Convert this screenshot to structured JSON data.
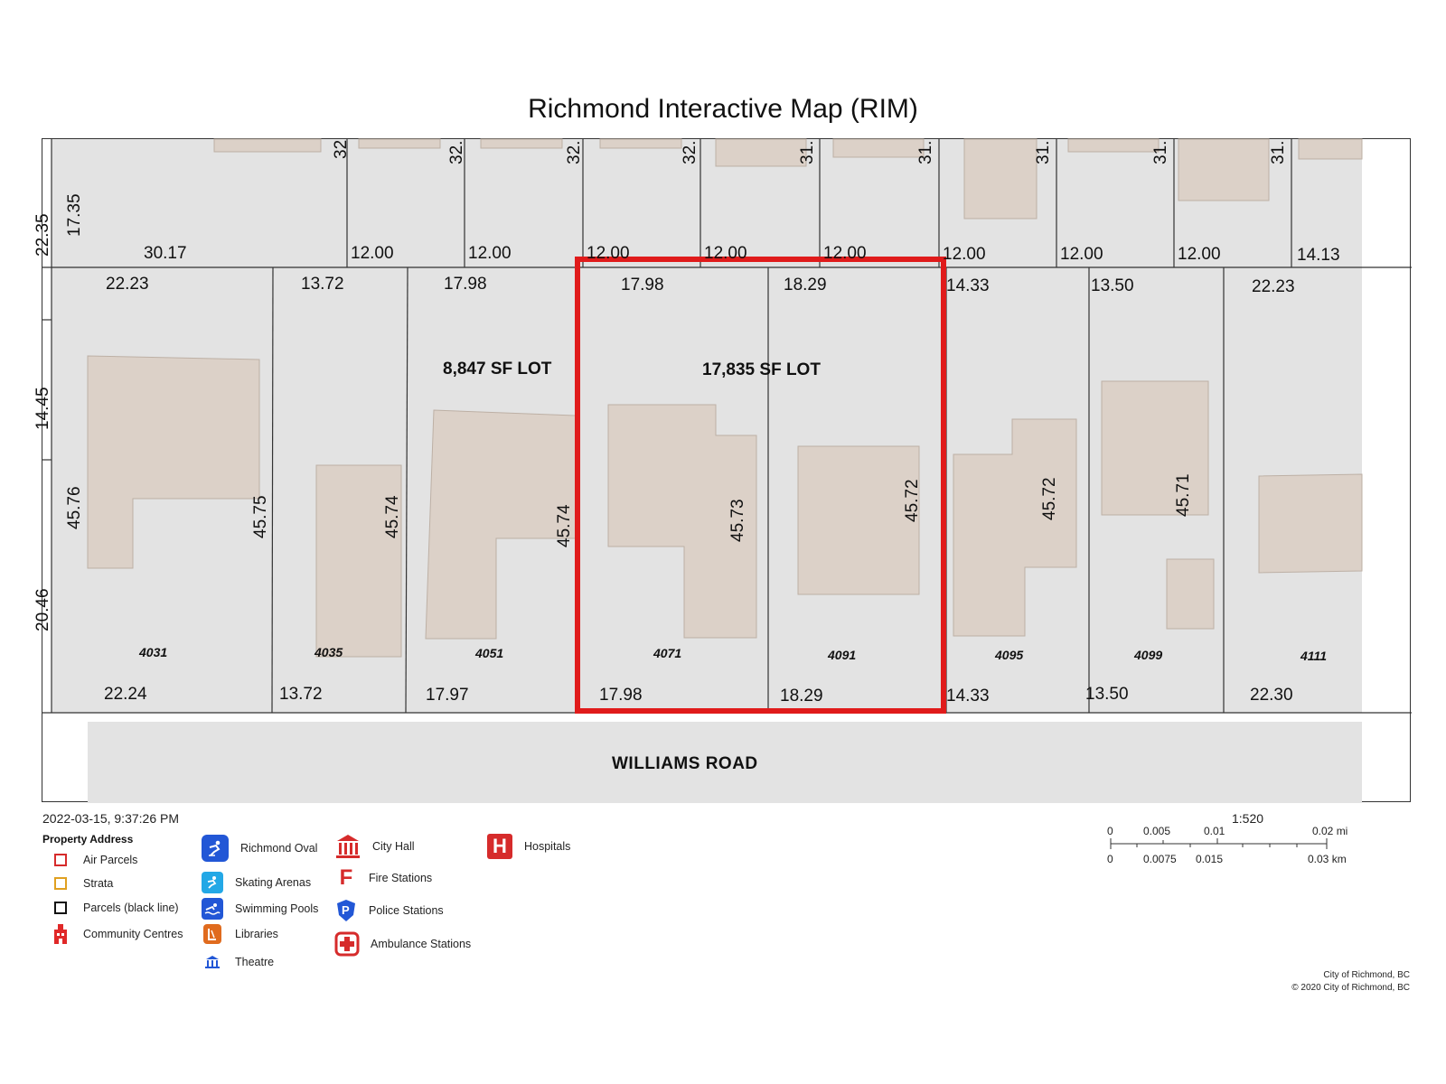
{
  "title": "Richmond Interactive Map (RIM)",
  "top_row_widths": [
    "30.17",
    "12.00",
    "12.00",
    "12.00",
    "12.00",
    "12.00",
    "12.00",
    "12.00",
    "12.00",
    "14.13"
  ],
  "top_row_depths": [
    "32",
    "32.",
    "32.",
    "32.",
    "31.",
    "31.",
    "31.",
    "31.",
    "31."
  ],
  "left_edge_dims": [
    "17.35",
    "22.35",
    "14.45",
    "45.76",
    "20.46"
  ],
  "lot_front_dims": [
    "22.23",
    "13.72",
    "17.98",
    "17.98",
    "18.29",
    "14.33",
    "13.50",
    "22.23"
  ],
  "lot_back_dims": [
    "22.24",
    "13.72",
    "17.97",
    "17.98",
    "18.29",
    "14.33",
    "13.50",
    "22.30"
  ],
  "lot_depth_dims": [
    "45.75",
    "45.74",
    "45.74",
    "45.73",
    "45.72",
    "45.72",
    "45.71"
  ],
  "addresses": [
    "4031",
    "4035",
    "4051",
    "4071",
    "4091",
    "4095",
    "4099",
    "4111"
  ],
  "lot_labels": [
    "8,847 SF LOT",
    "17,835 SF LOT"
  ],
  "road_name": "WILLIAMS ROAD",
  "timestamp": "2022-03-15, 9:37:26 PM",
  "legend": {
    "title": "Property Address",
    "col1": [
      {
        "label": "Air Parcels",
        "icon": "red-square-outline",
        "color": "#d62b2b"
      },
      {
        "label": "Strata",
        "icon": "orange-square-outline",
        "color": "#e0a020"
      },
      {
        "label": "Parcels (black line)",
        "icon": "black-square-outline",
        "color": "#111111"
      },
      {
        "label": "Community Centres",
        "icon": "community-centre-icon",
        "color": "#e02828"
      }
    ],
    "col2": [
      {
        "label": "Richmond Oval",
        "icon": "skater-icon",
        "color": "#2257d6"
      },
      {
        "label": "Skating Arenas",
        "icon": "skating-icon",
        "color": "#23a8e6"
      },
      {
        "label": "Swimming Pools",
        "icon": "swimmer-icon",
        "color": "#2257d6"
      },
      {
        "label": "Libraries",
        "icon": "library-icon",
        "color": "#e06b1e"
      },
      {
        "label": "Theatre",
        "icon": "theatre-icon",
        "color": "#2257d6"
      }
    ],
    "col3": [
      {
        "label": "City Hall",
        "icon": "city-hall-icon",
        "color": "#d62b2b"
      },
      {
        "label": "Fire Stations",
        "icon": "fire-station-icon",
        "color": "#d62b2b"
      },
      {
        "label": "Police Stations",
        "icon": "police-icon",
        "color": "#2257d6"
      },
      {
        "label": "Ambulance Stations",
        "icon": "ambulance-icon",
        "color": "#d62b2b"
      }
    ],
    "col4": [
      {
        "label": "Hospitals",
        "icon": "hospital-icon",
        "color": "#d62b2b"
      }
    ]
  },
  "scale": {
    "ratio": "1:520",
    "mi_labels": [
      "0",
      "0.005",
      "0.01",
      "0.02 mi"
    ],
    "km_labels": [
      "0",
      "0.0075",
      "0.015",
      "0.03 km"
    ]
  },
  "credit": [
    "City of Richmond, BC",
    "© 2020 City of Richmond, BC"
  ],
  "highlight_color": "#e01b1b"
}
